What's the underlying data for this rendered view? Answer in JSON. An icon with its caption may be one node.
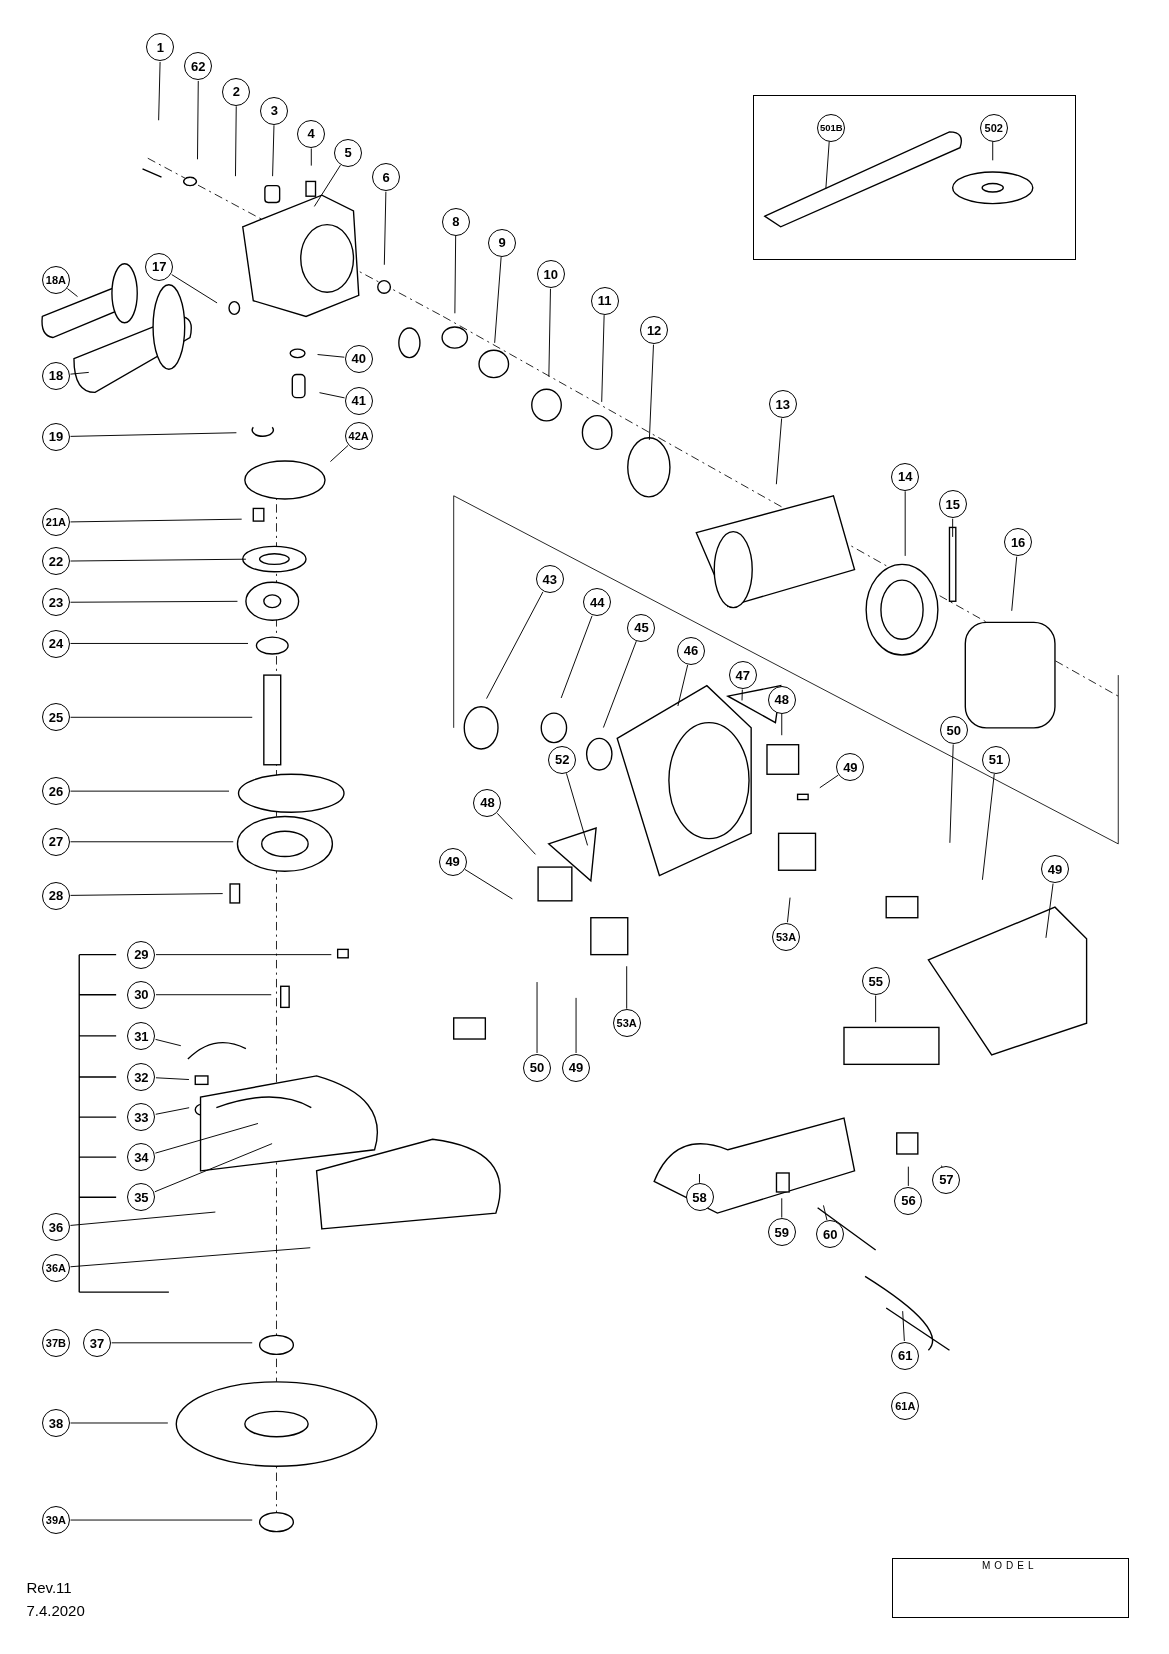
{
  "diagram": {
    "nodes": [
      {
        "text": [],
        "shape": "box"
      },
      {
        "text": [
          "501B"
        ],
        "in": 0
      },
      {
        "text": [
          "502"
        ],
        "in": 0
      },
      {
        "text": [
          "1"
        ]
      },
      {
        "text": [
          "62"
        ]
      },
      {
        "text": [
          "2"
        ]
      },
      {
        "text": [
          "3"
        ]
      },
      {
        "text": [
          "4"
        ]
      },
      {
        "text": [
          "5"
        ]
      },
      {
        "text": [
          "6"
        ]
      },
      {
        "text": [
          "8"
        ]
      },
      {
        "text": [
          "9"
        ]
      },
      {
        "text": [
          "10"
        ]
      },
      {
        "text": [
          "11"
        ]
      },
      {
        "text": [
          "12"
        ]
      },
      {
        "text": [
          "13"
        ]
      },
      {
        "text": [
          "14"
        ]
      },
      {
        "text": [
          "15"
        ]
      },
      {
        "text": [
          "16"
        ]
      },
      {
        "text": [
          "17"
        ]
      },
      {
        "text": [
          "18A"
        ]
      },
      {
        "text": [
          "18"
        ]
      },
      {
        "text": [
          "40"
        ]
      },
      {
        "text": [
          "41"
        ]
      },
      {
        "text": [
          "19"
        ]
      },
      {
        "text": [
          "42A"
        ]
      },
      {
        "text": [
          "21A"
        ]
      },
      {
        "text": [
          "22"
        ]
      },
      {
        "text": [
          "23"
        ]
      },
      {
        "text": [
          "24"
        ]
      },
      {
        "text": [
          "25"
        ]
      },
      {
        "text": [
          "26"
        ]
      },
      {
        "text": [
          "27"
        ]
      },
      {
        "text": [
          "28"
        ]
      },
      {
        "text": [
          "29"
        ]
      },
      {
        "text": [
          "30"
        ]
      },
      {
        "text": [
          "31"
        ]
      },
      {
        "text": [
          "32"
        ]
      },
      {
        "text": [
          "33"
        ]
      },
      {
        "text": [
          "34"
        ]
      },
      {
        "text": [
          "35"
        ]
      },
      {
        "text": [
          "36"
        ]
      },
      {
        "text": [
          "36A"
        ]
      },
      {
        "text": [
          "37B"
        ]
      },
      {
        "text": [
          "37"
        ]
      },
      {
        "text": [
          "38"
        ]
      },
      {
        "text": [
          "39A"
        ]
      },
      {
        "text": [
          "43"
        ]
      },
      {
        "text": [
          "44"
        ]
      },
      {
        "text": [
          "45"
        ]
      },
      {
        "text": [
          "46"
        ]
      },
      {
        "text": [
          "47"
        ]
      },
      {
        "text": [
          "48"
        ]
      },
      {
        "text": [
          "49"
        ]
      },
      {
        "text": [
          "52"
        ]
      },
      {
        "text": [
          "48"
        ]
      },
      {
        "text": [
          "49"
        ]
      },
      {
        "text": [
          "50"
        ]
      },
      {
        "text": [
          "51"
        ]
      },
      {
        "text": [
          "49"
        ]
      },
      {
        "text": [
          "53A"
        ]
      },
      {
        "text": [
          "53A"
        ]
      },
      {
        "text": [
          "49"
        ]
      },
      {
        "text": [
          "50"
        ]
      },
      {
        "text": [
          "55"
        ]
      },
      {
        "text": [
          "58"
        ]
      },
      {
        "text": [
          "56"
        ]
      },
      {
        "text": [
          "57"
        ]
      },
      {
        "text": [
          "59"
        ]
      },
      {
        "text": [
          "60"
        ]
      },
      {
        "text": [
          "61"
        ]
      },
      {
        "text": [
          "61A"
        ]
      }
    ],
    "edges": [
      {
        "from": 1,
        "to": null,
        "arrow": "none"
      },
      {
        "from": 2,
        "to": null,
        "arrow": "none"
      },
      {
        "from": 3,
        "to": null,
        "arrow": "none"
      },
      {
        "from": 4,
        "to": null,
        "arrow": "none"
      },
      {
        "from": 5,
        "to": null,
        "arrow": "none"
      },
      {
        "from": 6,
        "to": null,
        "arrow": "none"
      },
      {
        "from": 7,
        "to": null,
        "arrow": "none"
      },
      {
        "from": 8,
        "to": null,
        "arrow": "none"
      },
      {
        "from": 9,
        "to": null,
        "arrow": "none"
      },
      {
        "from": 10,
        "to": null,
        "arrow": "none"
      },
      {
        "from": 11,
        "to": null,
        "arrow": "none"
      },
      {
        "from": 12,
        "to": null,
        "arrow": "none"
      },
      {
        "from": 13,
        "to": null,
        "arrow": "none"
      },
      {
        "from": 14,
        "to": null,
        "arrow": "none"
      },
      {
        "from": 15,
        "to": null,
        "arrow": "none"
      },
      {
        "from": 16,
        "to": null,
        "arrow": "none"
      },
      {
        "from": 17,
        "to": null,
        "arrow": "none"
      },
      {
        "from": 18,
        "to": null,
        "arrow": "none"
      },
      {
        "from": 19,
        "to": null,
        "arrow": "none"
      },
      {
        "from": 20,
        "to": null,
        "arrow": "none"
      },
      {
        "from": 21,
        "to": null,
        "arrow": "none"
      },
      {
        "from": 22,
        "to": null,
        "arrow": "none"
      },
      {
        "from": 23,
        "to": null,
        "arrow": "none"
      },
      {
        "from": 24,
        "to": null,
        "arrow": "none"
      },
      {
        "from": 25,
        "to": null,
        "arrow": "none"
      },
      {
        "from": 26,
        "to": null,
        "arrow": "none"
      },
      {
        "from": 27,
        "to": null,
        "arrow": "none"
      },
      {
        "from": 28,
        "to": null,
        "arrow": "none"
      },
      {
        "from": 29,
        "to": null,
        "arrow": "none"
      },
      {
        "from": 30,
        "to": null,
        "arrow": "none"
      },
      {
        "from": 31,
        "to": null,
        "arrow": "none"
      },
      {
        "from": 32,
        "to": null,
        "arrow": "none"
      },
      {
        "from": 33,
        "to": null,
        "arrow": "none"
      },
      {
        "from": 34,
        "to": null,
        "arrow": "none"
      },
      {
        "from": 35,
        "to": null,
        "arrow": "none"
      },
      {
        "from": 36,
        "to": null,
        "arrow": "none"
      },
      {
        "from": 37,
        "to": null,
        "arrow": "none"
      },
      {
        "from": 38,
        "to": null,
        "arrow": "none"
      },
      {
        "from": 39,
        "to": null,
        "arrow": "none"
      },
      {
        "from": 40,
        "to": null,
        "arrow": "none"
      },
      {
        "from": 41,
        "to": null,
        "arrow": "none"
      },
      {
        "from": 42,
        "to": null,
        "arrow": "none"
      },
      {
        "from": 44,
        "to": null,
        "arrow": "none"
      },
      {
        "from": 45,
        "to": null,
        "arrow": "none"
      },
      {
        "from": 46,
        "to": null,
        "arrow": "none"
      },
      {
        "from": 47,
        "to": null,
        "arrow": "none"
      },
      {
        "from": 48,
        "to": null,
        "arrow": "none"
      },
      {
        "from": 49,
        "to": null,
        "arrow": "none"
      },
      {
        "from": 50,
        "to": null,
        "arrow": "none"
      },
      {
        "from": 51,
        "to": null,
        "arrow": "none"
      },
      {
        "from": 52,
        "to": null,
        "arrow": "none"
      },
      {
        "from": 53,
        "to": null,
        "arrow": "none"
      },
      {
        "from": 54,
        "to": null,
        "arrow": "none"
      },
      {
        "from": 55,
        "to": null,
        "arrow": "none"
      },
      {
        "from": 56,
        "to": null,
        "arrow": "none"
      },
      {
        "from": 57,
        "to": null,
        "arrow": "none"
      },
      {
        "from": 58,
        "to": null,
        "arrow": "none"
      },
      {
        "from": 59,
        "to": null,
        "arrow": "none"
      },
      {
        "from": 60,
        "to": null,
        "arrow": "none"
      },
      {
        "from": 61,
        "to": null,
        "arrow": "none"
      },
      {
        "from": 62,
        "to": null,
        "arrow": "none"
      },
      {
        "from": 63,
        "to": null,
        "arrow": "none"
      },
      {
        "from": 64,
        "to": null,
        "arrow": "none"
      },
      {
        "from": 65,
        "to": null,
        "arrow": "none"
      },
      {
        "from": 66,
        "to": null,
        "arrow": "none"
      },
      {
        "from": 67,
        "to": null,
        "arrow": "none"
      },
      {
        "from": 68,
        "to": null,
        "arrow": "none"
      },
      {
        "from": 69,
        "to": null,
        "arrow": "none"
      },
      {
        "from": 70,
        "to": null,
        "arrow": "none"
      }
    ],
    "labels": [
      "MODEL",
      "Rev.11",
      "7.4.2020"
    ]
  }
}
